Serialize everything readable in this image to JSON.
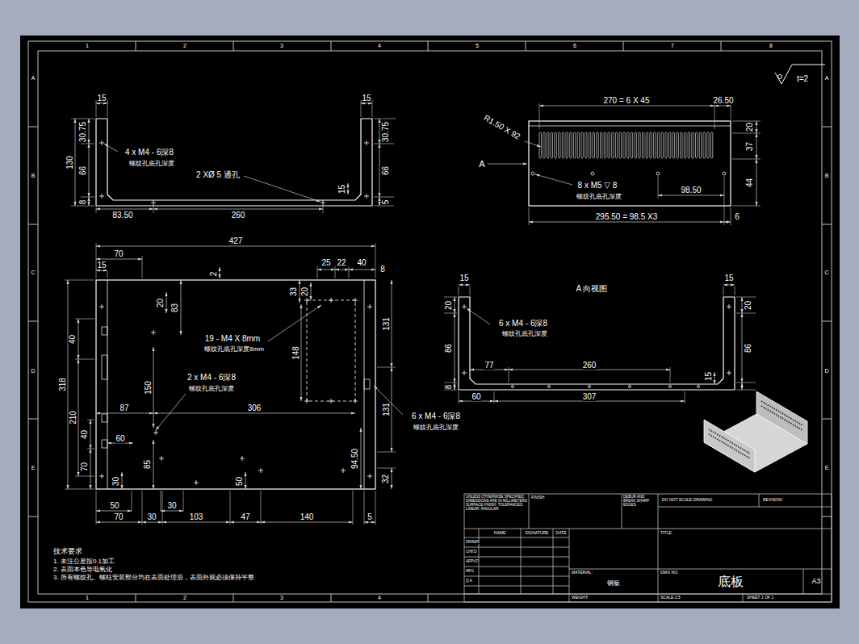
{
  "diagram": {
    "labels": [
      "1",
      "2",
      "3",
      "4",
      "5",
      "6",
      "7",
      "8",
      "1",
      "2",
      "3",
      "4",
      "A",
      "B",
      "C",
      "D",
      "E",
      "A",
      "B",
      "C",
      "D",
      "E",
      "15",
      "30.75",
      "130",
      "66",
      "8",
      "4 x M4 - 6深8",
      "螺纹孔底孔深度",
      "2 XØ 5 通孔",
      "15",
      "30.75",
      "66",
      "15",
      "5",
      "83.50",
      "260",
      "270 = 6 X 45",
      "26.50",
      "R1.50 X 92",
      "20",
      "37",
      "A",
      "8 x M5 ▽ 8",
      "螺纹孔底孔深度",
      "98.50",
      "44",
      "295.50 = 98.5 X3",
      "6",
      "t=2",
      "427",
      "70",
      "15",
      "25",
      "22",
      "40",
      "8",
      "2",
      "33",
      "20",
      "20",
      "83",
      "40",
      "19 - M4 X 8mm",
      "螺纹孔底孔深度8mm",
      "148",
      "131",
      "318",
      "150",
      "2 x M4 - 6深8",
      "螺纹孔底孔深度",
      "87",
      "306",
      "6 x M4 - 6深8",
      "螺纹孔底孔深度",
      "210",
      "131",
      "40",
      "60",
      "94.50",
      "85",
      "70",
      "30",
      "50",
      "32",
      "50",
      "30",
      "70",
      "30",
      "103",
      "47",
      "140",
      "5",
      "A 向视图",
      "15",
      "15",
      "20",
      "20",
      "6 x M4 - 6深8",
      "螺纹孔底孔深度",
      "86",
      "86",
      "77",
      "260",
      "15",
      "8",
      "60",
      "307",
      "技术要求",
      "1. 未注公差按0.1加工",
      "2. 表面本色导电氧化",
      "3. 所有螺纹孔、螺柱安装部分均在表面处理后，表面外观必须保持平整",
      "UNLESS OTHERWISE SPECIFIED: DIMENSIONS ARE IN MILLIMETERS SURFACE FINISH: TOLERANCES: LINEAR: ANGULAR:",
      "FINISH",
      "DEBUR AND BREAK SHARP EDGES",
      "DO NOT SCALE DRAWING",
      "REVISION",
      "NAME",
      "SIGNATURE",
      "DATE",
      "DRAWN",
      "CHK'D",
      "APPV'D",
      "MFG",
      "Q.A",
      "MATERIAL:",
      "钢板",
      "DWG NO.",
      "TITLE:",
      "底板",
      "A3",
      "WEIGHT:",
      "SCALE:1:5",
      "SHEET 1 OF 1"
    ]
  }
}
